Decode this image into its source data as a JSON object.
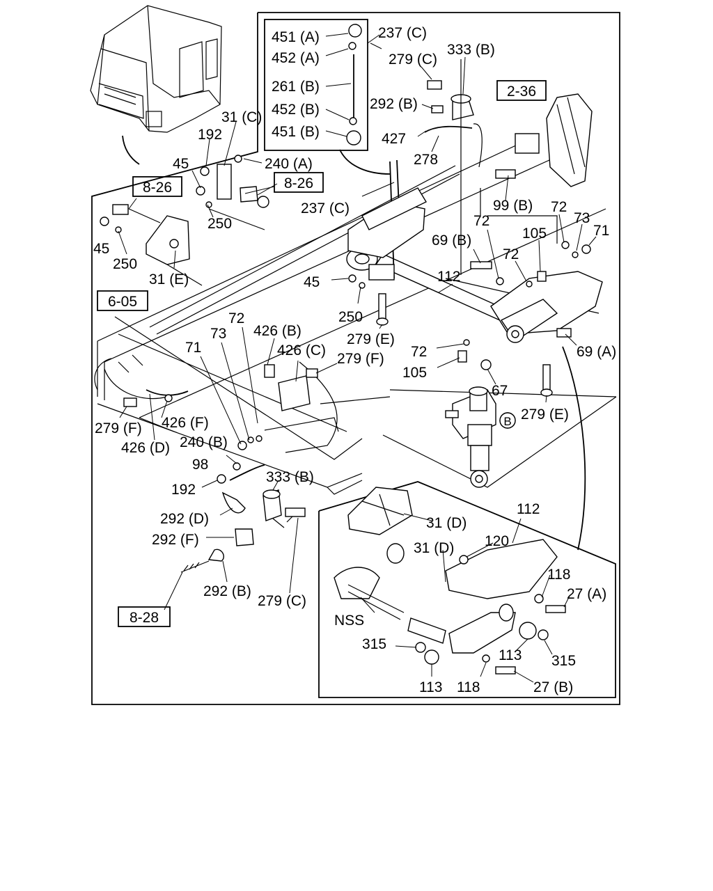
{
  "diagram": {
    "callouts": {
      "c451a": "451 (A)",
      "c452a": "452 (A)",
      "c261b": "261 (B)",
      "c452b": "452 (B)",
      "c451b": "451 (B)",
      "c237c_top": "237 (C)",
      "c279c_top": "279 (C)",
      "c333b_top": "333 (B)",
      "c292b_top": "292 (B)",
      "c427": "427",
      "c278": "278",
      "c31c": "31 (C)",
      "c192_top": "192",
      "c45_a": "45",
      "c240a": "240 (A)",
      "c45_b": "45",
      "c250_a": "250",
      "c250_b": "250",
      "c31e": "31 (E)",
      "c237c_mid": "237 (C)",
      "c99b": "99 (B)",
      "c72_a": "72",
      "c73_a": "73",
      "c71_a": "71",
      "c105_a": "105",
      "c69b": "69 (B)",
      "c72_b": "72",
      "c72_c": "72",
      "c112_top": "112",
      "c45_c": "45",
      "c250_c": "250",
      "c279e_a": "279 (E)",
      "c72_d": "72",
      "c426b": "426 (B)",
      "c426c": "426 (C)",
      "c279f_a": "279 (F)",
      "c73_b": "73",
      "c71_b": "71",
      "c72_e": "72",
      "c105_b": "105",
      "c69a": "69 (A)",
      "c67": "67",
      "c279e_b": "279 (E)",
      "c279f_b": "279 (F)",
      "c426f": "426 (F)",
      "c426d": "426 (D)",
      "c240b": "240 (B)",
      "c98": "98",
      "c192_b": "192",
      "c333b_bot": "333 (B)",
      "c292d": "292 (D)",
      "c292f": "292 (F)",
      "c292b_bot": "292 (B)",
      "c279c_bot": "279 (C)",
      "c112_inset": "112",
      "c31d_a": "31 (D)",
      "c31d_b": "31 (D)",
      "c120": "120",
      "c118_a": "118",
      "c27a": "27 (A)",
      "cNSS": "NSS",
      "c315_a": "315",
      "c315_b": "315",
      "c113_a": "113",
      "c113_b": "113",
      "c118_b": "118",
      "c27b": "27 (B)",
      "circle_b": "B"
    },
    "refs": {
      "r2_36": "2-36",
      "r8_26_a": "8-26",
      "r8_26_b": "8-26",
      "r6_05": "6-05",
      "r8_28": "8-28"
    }
  }
}
